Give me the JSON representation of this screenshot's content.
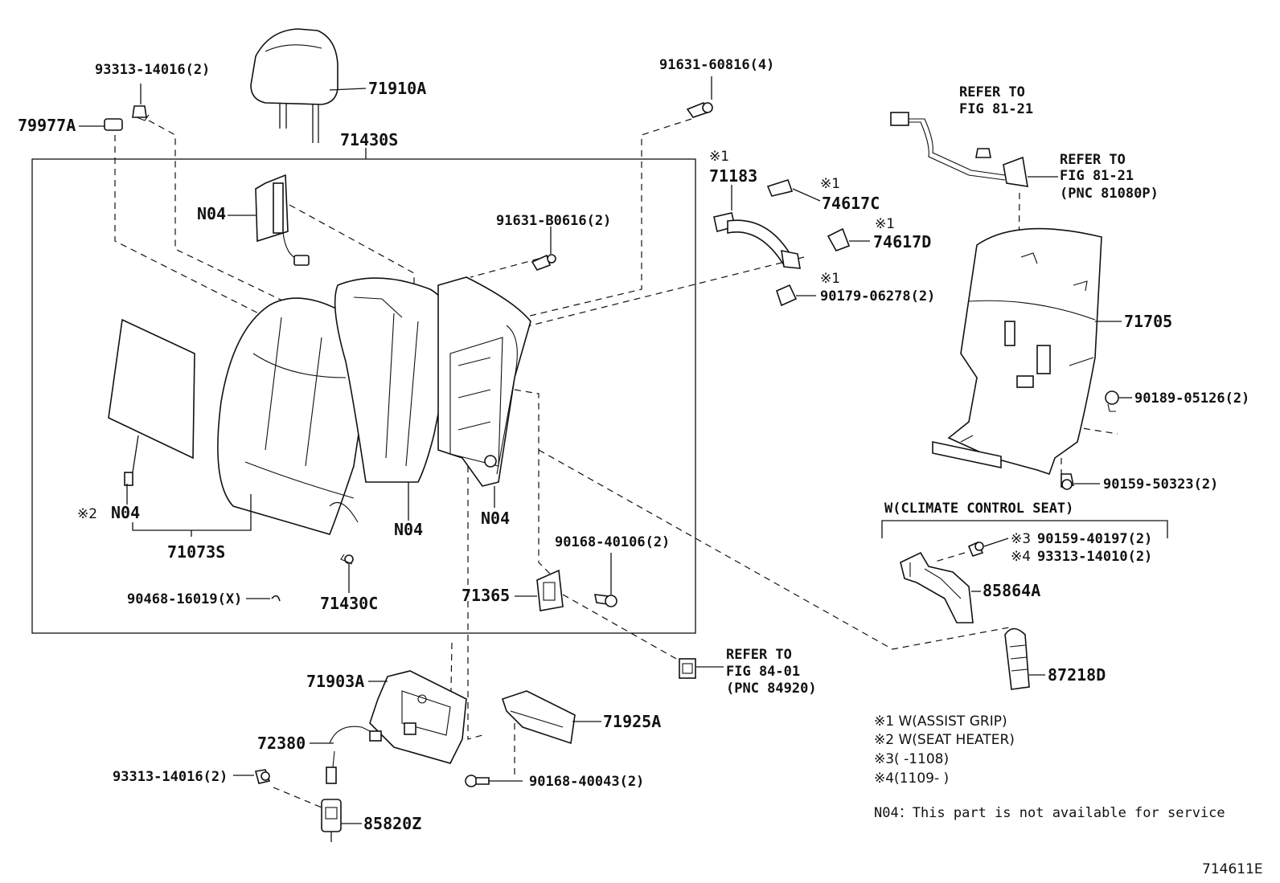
{
  "diagram_id": "714611E",
  "main_assembly": {
    "label": "71430S"
  },
  "labels": {
    "p93313_14016_top": "93313-14016(2)",
    "p79977A": "79977A",
    "p71910A": "71910A",
    "p91631_60816": "91631-60816(4)",
    "p71430S": "71430S",
    "pN04_a": "N04",
    "p91631_B0616": "91631-B0616(2)",
    "m1_71183": "※1",
    "p71183": "71183",
    "m1_74617C": "※1",
    "p74617C": "74617C",
    "m1_74617D": "※1",
    "p74617D": "74617D",
    "m1_90179": "※1",
    "p90179": "90179-06278(2)",
    "refer1": "REFER TO",
    "refer1b": "FIG 81-21",
    "refer2": "REFER TO",
    "refer2b": "FIG 81-21",
    "refer2c": "(PNC 81080P)",
    "p71705": "71705",
    "p90189": "90189-05126(2)",
    "p90159_50323": "90159-50323(2)",
    "climate": "W(CLIMATE CONTROL SEAT)",
    "m3": "※3",
    "p90159_40197": "90159-40197(2)",
    "m4": "※4",
    "p93313_14010": "93313-14010(2)",
    "p85864A": "85864A",
    "p87218D": "87218D",
    "m2": "※2",
    "pN04_b": "N04",
    "p71073S": "71073S",
    "pN04_c": "N04",
    "pN04_d": "N04",
    "p90168_40106": "90168-40106(2)",
    "p71365": "71365",
    "p90468": "90468-16019(X)",
    "p71430C": "71430C",
    "refer3": "REFER TO",
    "refer3b": "FIG 84-01",
    "refer3c": "(PNC 84920)",
    "p71903A": "71903A",
    "p72380": "72380",
    "p71925A": "71925A",
    "p93313_14016_bot": "93313-14016(2)",
    "p90168_40043": "90168-40043(2)",
    "p85820Z": "85820Z"
  },
  "notes": {
    "n1": "※1 W(ASSIST GRIP)",
    "n2": "※2 W(SEAT HEATER)",
    "n3": "※3(      -1108)",
    "n4": "※4(1109-      )",
    "n04": "N04：This part is not available for service"
  }
}
